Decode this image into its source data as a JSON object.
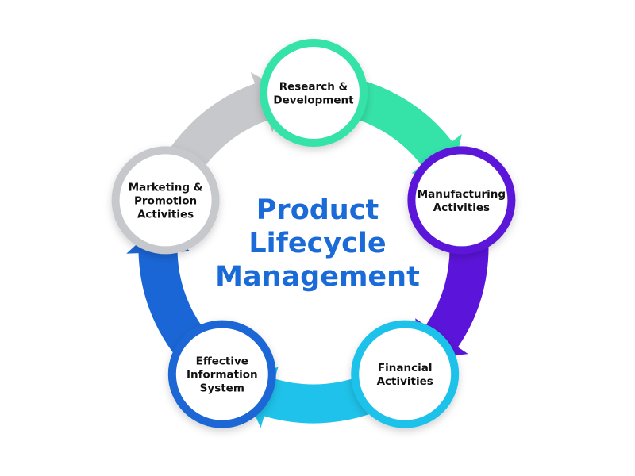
{
  "title": {
    "lines": [
      "Product",
      "Lifecycle",
      "Management"
    ],
    "color": "#1a6ad8"
  },
  "stages": [
    {
      "lines": [
        "Research &",
        "Development"
      ],
      "color": "#35e3a9",
      "angle": -90
    },
    {
      "lines": [
        "Manufacturing",
        "Activities"
      ],
      "color": "#5b14d9",
      "angle": -18
    },
    {
      "lines": [
        "Financial",
        "Activities"
      ],
      "color": "#1fc2ea",
      "angle": 54
    },
    {
      "lines": [
        "Effective",
        "Information",
        "System"
      ],
      "color": "#1b66d6",
      "angle": 126
    },
    {
      "lines": [
        "Marketing &",
        "Promotion",
        "Activities"
      ],
      "color": "#c6c8cc",
      "angle": 198
    }
  ]
}
